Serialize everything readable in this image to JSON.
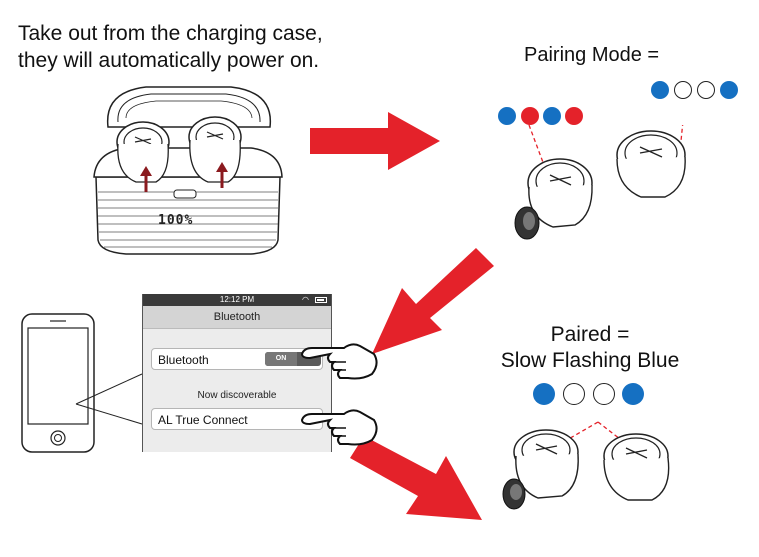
{
  "caption": {
    "line1": "Take out from the charging case,",
    "line2": "they will automatically power on."
  },
  "case_display": "100%",
  "pairing_mode": {
    "label": "Pairing Mode =",
    "pattern_left": [
      "blue",
      "red",
      "blue",
      "red"
    ],
    "pattern_right": [
      "blue",
      "white",
      "white",
      "blue"
    ]
  },
  "paired": {
    "label_line1": "Paired =",
    "label_line2": "Slow Flashing Blue",
    "pattern": [
      "blue",
      "white",
      "white",
      "blue"
    ]
  },
  "phone_screen": {
    "time": "12:12 PM",
    "nav_title": "Bluetooth",
    "bluetooth_row_label": "Bluetooth",
    "toggle_label": "ON",
    "discoverable_label": "Now discoverable",
    "device_name": "AL True Connect"
  },
  "colors": {
    "arrow_red": "#e4222a",
    "led_blue": "#1570c2",
    "led_red": "#e4222a"
  }
}
